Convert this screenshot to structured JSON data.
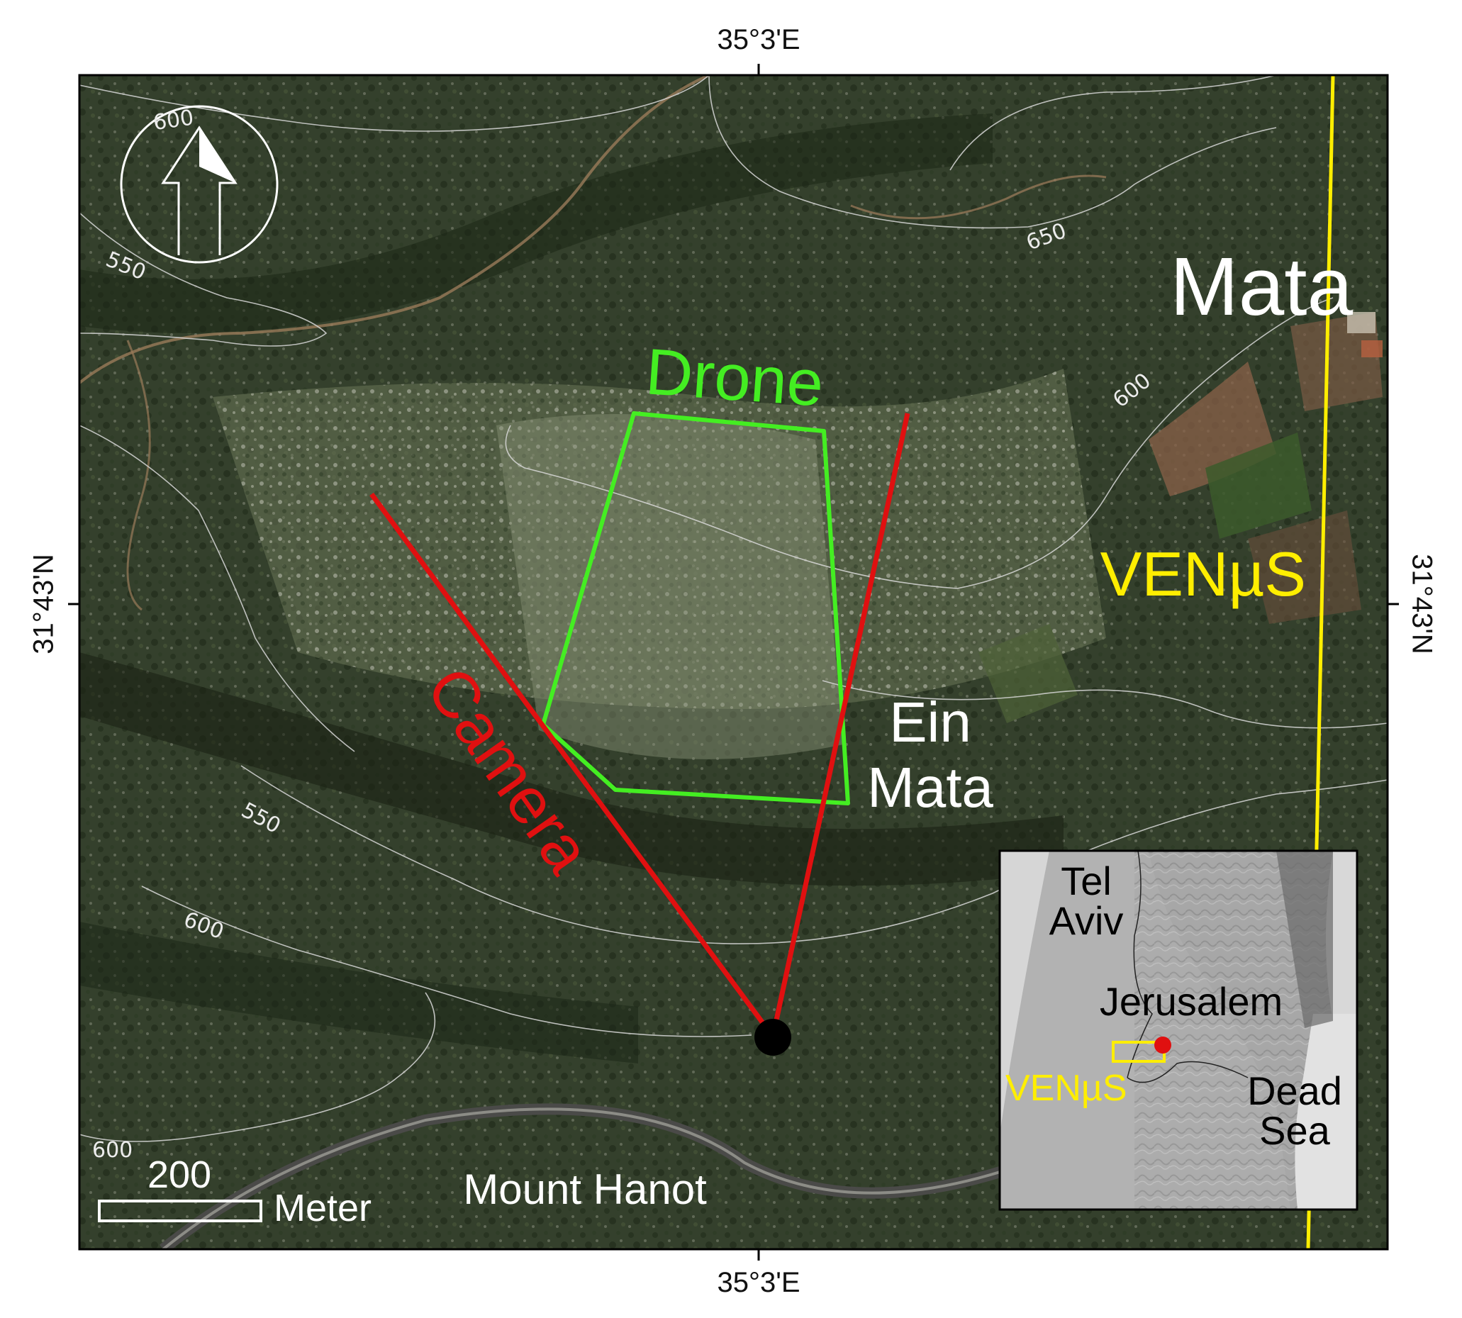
{
  "coordinates": {
    "top": "35°3'E",
    "bottom": "35°3'E",
    "left": "31°43'N",
    "right": "31°43'N"
  },
  "labels": {
    "mata": "Mata",
    "venus": "VENµS",
    "drone": "Drone",
    "camera": "Camera",
    "ein": "Ein",
    "ein_mata": "Mata",
    "mount_hanot": "Mount Hanot"
  },
  "contours": [
    "600",
    "550",
    "650",
    "600",
    "550",
    "600",
    "600"
  ],
  "scale_bar": {
    "value": "200",
    "unit": "Meter"
  },
  "inset": {
    "tel": "Tel",
    "aviv": "Aviv",
    "jerusalem": "Jerusalem",
    "venus": "VENµS",
    "dead": "Dead",
    "sea": "Sea"
  },
  "colors": {
    "drone": "#44ee22",
    "camera": "#e01010",
    "venus": "#ffee00",
    "label": "#ffffff",
    "contour": "#d8d8d8",
    "terrain": "#34402c"
  },
  "icons": [
    "north-arrow-icon",
    "camera-position-icon",
    "location-dot-icon"
  ]
}
